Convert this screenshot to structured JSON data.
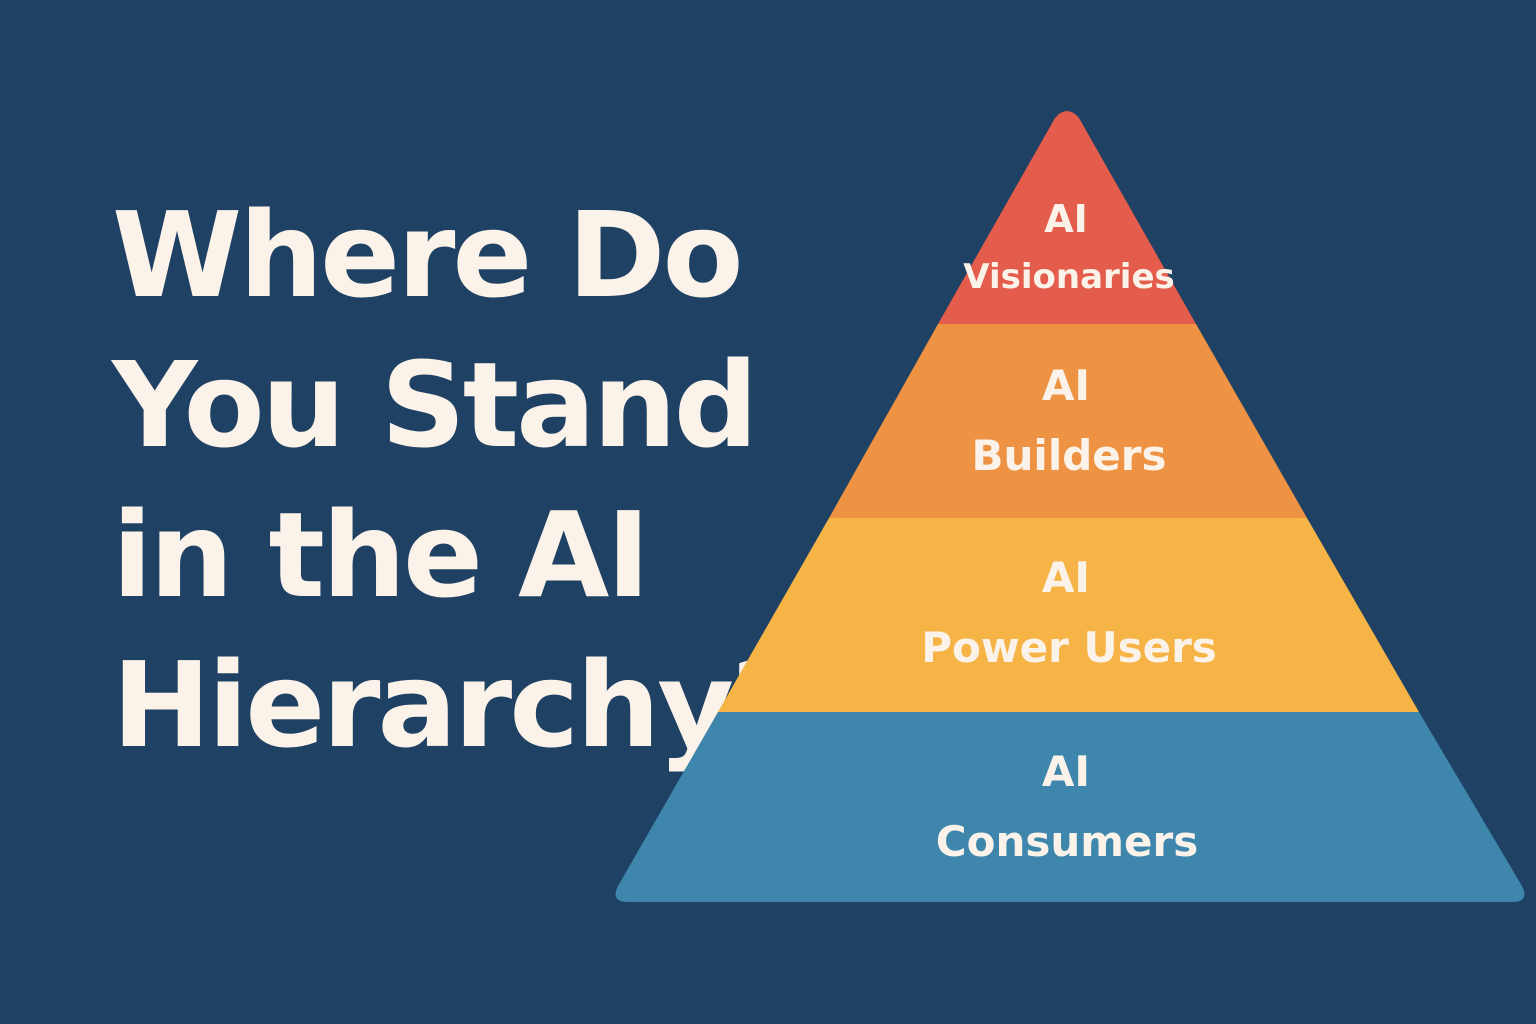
{
  "headline": {
    "lines": [
      "Where Do",
      "You Stand",
      "in the AI",
      "Hierarchy?"
    ]
  },
  "pyramid": {
    "tiers": [
      {
        "line1": "AI",
        "line2": "Visionaries",
        "color": "#e45c4b"
      },
      {
        "line1": "AI",
        "line2": "Builders",
        "color": "#ee9344"
      },
      {
        "line1": "AI",
        "line2": "Power Users",
        "color": "#f6b446"
      },
      {
        "line1": "AI",
        "line2": "Consumers",
        "color": "#3f86ad"
      }
    ]
  },
  "colors": {
    "background": "#1f4163",
    "text": "#fbf3ea"
  }
}
